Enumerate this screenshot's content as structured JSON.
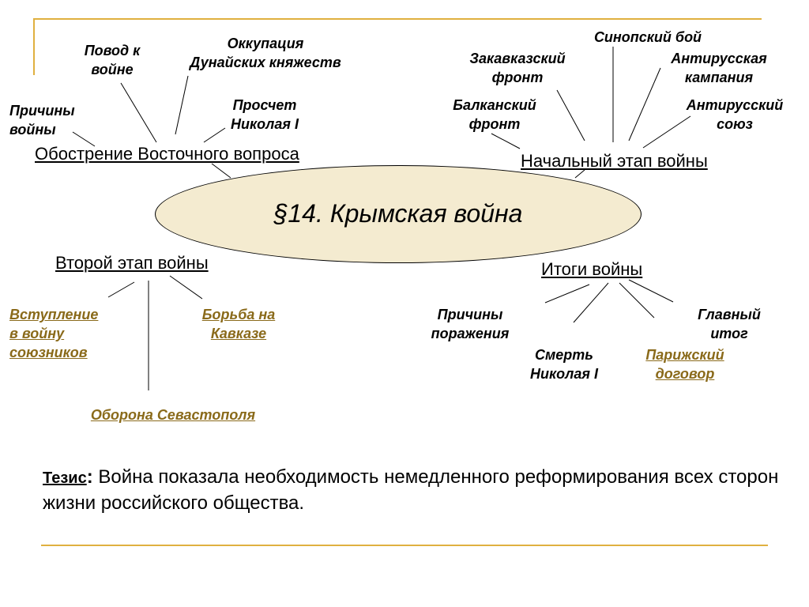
{
  "title": "§14. Крымская война",
  "headers": {
    "aggravation": "Обострение Восточного вопроса",
    "initial_stage": "Начальный этап войны",
    "second_stage": "Второй этап войны",
    "results": "Итоги войны"
  },
  "nodes": {
    "pretext": "Повод к\nвойне",
    "occupation": "Оккупация\nДунайских княжеств",
    "causes": "Причины\nвойны",
    "miscalculation": "Просчет\nНиколая I",
    "sinop": "Синопский бой",
    "transcaucasian": "Закавказский\nфронт",
    "anti_russian_campaign": "Антирусская\nкампания",
    "balkan": "Балканский\nфронт",
    "anti_russian_union": "Антирусский\nсоюз",
    "allies_entry": "Вступление\nв войну\nсоюзников",
    "caucasus": "Борьба на\nКавказе",
    "sevastopol": "Оборона Севастополя",
    "defeat_causes": "Причины\nпоражения",
    "main_result": "Главный\nитог",
    "nicholas_death": "Смерть\nНиколая I",
    "paris_treaty": "Парижский\nдоговор"
  },
  "thesis": {
    "label": "Тезис",
    "colon": ":",
    "text": " Война показала необходимость немедленного реформирования всех сторон жизни российского общества."
  },
  "colors": {
    "accent": "#e0b040",
    "ellipse_fill": "#f4ebd0",
    "link_text": "#8a6a1a"
  }
}
